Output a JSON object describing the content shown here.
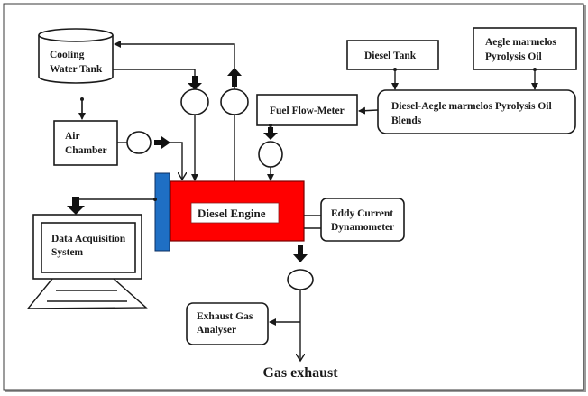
{
  "diagram": {
    "colors": {
      "engine": "#ff0000",
      "sensor_plate": "#1f6fc4",
      "line": "#1a1a1a",
      "frame": "#9a9a9a"
    },
    "nodes": {
      "cooling_tank": {
        "line1": "Cooling",
        "line2": "Water Tank"
      },
      "air_chamber": {
        "line1": "Air",
        "line2": "Chamber"
      },
      "diesel_tank": {
        "label": "Diesel Tank"
      },
      "aegle_oil": {
        "line1": "Aegle marmelos",
        "line2": "Pyrolysis Oil"
      },
      "blends": {
        "line1": "Diesel-Aegle marmelos  Pyrolysis Oil",
        "line2": "Blends"
      },
      "fuel_flow_meter": {
        "label": "Fuel Flow-Meter"
      },
      "diesel_engine": {
        "label": "Diesel Engine"
      },
      "dynamometer": {
        "line1": "Eddy Current",
        "line2": "Dynamometer"
      },
      "data_acquisition": {
        "line1": "Data Acquisition",
        "line2": "System"
      },
      "exhaust_analyser": {
        "line1": "Exhaust Gas",
        "line2": "Analyser"
      },
      "gas_exhaust": {
        "label": "Gas exhaust"
      }
    }
  }
}
